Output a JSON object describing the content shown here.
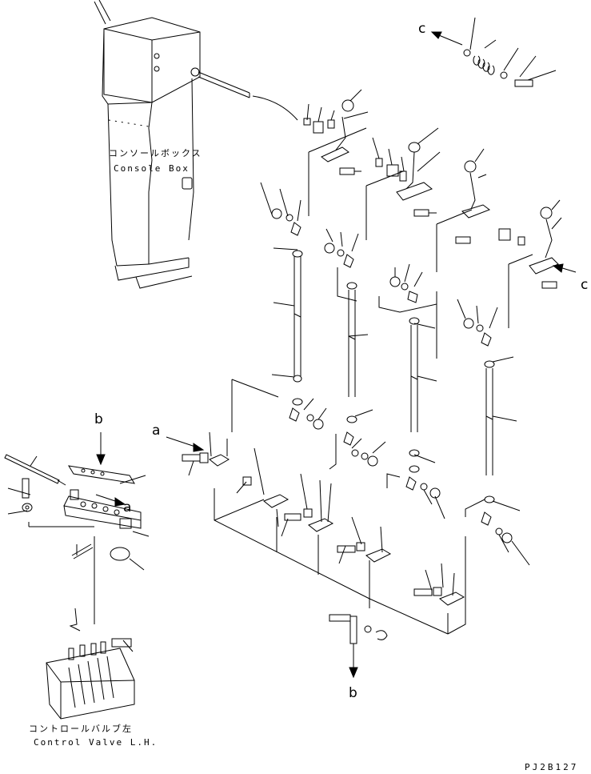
{
  "labels": {
    "console_box_jp": "コンソールボックス",
    "console_box_en": "Console Box",
    "control_valve_jp": "コントロールバルブ左",
    "control_valve_en": "Control Valve L.H.",
    "view_c_top": "c",
    "view_c_right": "c",
    "view_a_left": "a",
    "view_a_plate": "a",
    "view_b_top": "b",
    "view_b_bottom": "b",
    "drawing_code": "PJ2B127"
  }
}
